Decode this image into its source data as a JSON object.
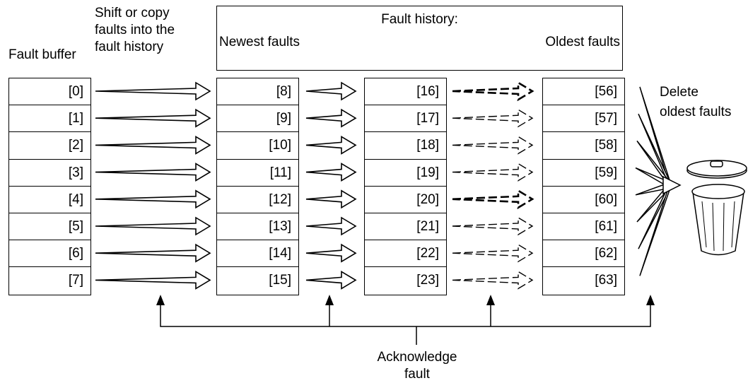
{
  "labels": {
    "shift_line1": "Shift or copy",
    "shift_line2": "faults into the",
    "shift_line3": "fault history",
    "fault_buffer": "Fault buffer",
    "history_title": "Fault history:",
    "newest": "Newest faults",
    "oldest": "Oldest faults",
    "delete_line1": "Delete",
    "delete_line2": "oldest faults",
    "ack_line1": "Acknowledge",
    "ack_line2": "fault"
  },
  "columns": {
    "buffer": [
      "[0]",
      "[1]",
      "[2]",
      "[3]",
      "[4]",
      "[5]",
      "[6]",
      "[7]"
    ],
    "history1": [
      "[8]",
      "[9]",
      "[10]",
      "[11]",
      "[12]",
      "[13]",
      "[14]",
      "[15]"
    ],
    "history2": [
      "[16]",
      "[17]",
      "[18]",
      "[19]",
      "[20]",
      "[21]",
      "[22]",
      "[23]"
    ],
    "history3": [
      "[56]",
      "[57]",
      "[58]",
      "[59]",
      "[60]",
      "[61]",
      "[62]",
      "[63]"
    ]
  },
  "icons": {
    "trash": "trash-can-icon"
  }
}
